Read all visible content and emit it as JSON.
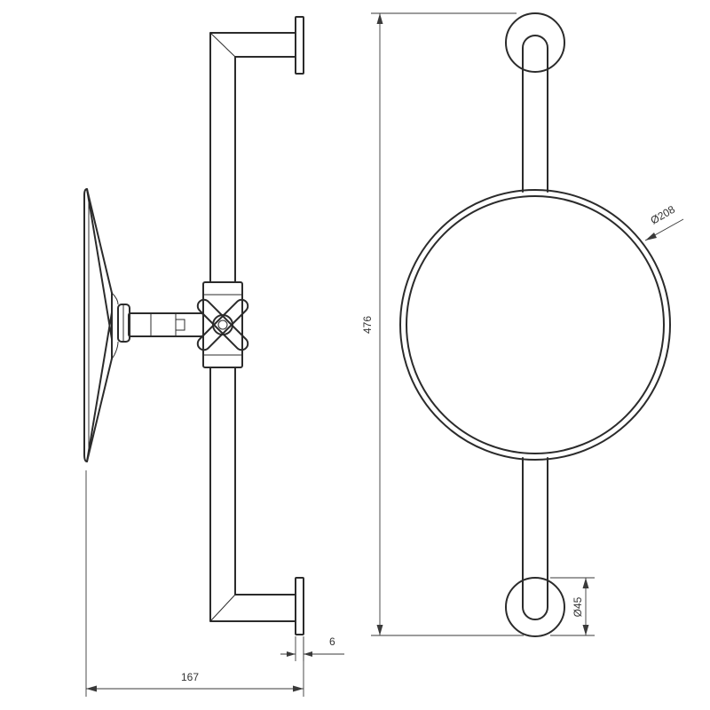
{
  "drawing": {
    "type": "technical-drawing",
    "views": [
      "side",
      "front"
    ],
    "line_color": "#2b2b2b",
    "background": "#ffffff"
  },
  "dimensions": {
    "overall_height": "476",
    "projection_depth": "167",
    "rosette_thickness": "6",
    "mirror_diameter": "Ø208",
    "rosette_diameter": "Ø45"
  }
}
